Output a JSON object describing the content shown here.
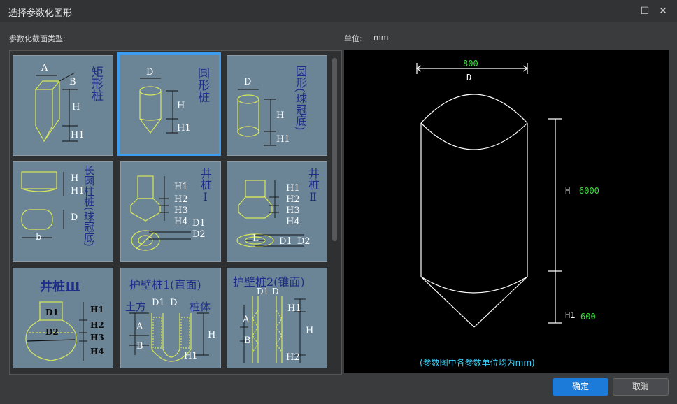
{
  "window": {
    "title": "选择参数化图形",
    "maximize_glyph": "☐",
    "close_glyph": "✕"
  },
  "section_label": "参数化截面类型:",
  "unit_label": "单位:",
  "unit_value": "mm",
  "tiles": [
    {
      "name": "矩形桩",
      "dims": [
        "A",
        "B",
        "H",
        "H1"
      ]
    },
    {
      "name": "圆形桩",
      "dims": [
        "D",
        "H",
        "H1"
      ],
      "selected": true
    },
    {
      "name": "圆形(球冠底)",
      "dims": [
        "D",
        "H",
        "H1"
      ]
    },
    {
      "name": "长圆柱桩(球冠底)",
      "dims": [
        "H",
        "H1",
        "D",
        "b"
      ]
    },
    {
      "name": "井桩Ⅰ",
      "dims": [
        "H1",
        "H2",
        "H3",
        "H4",
        "D1",
        "D2"
      ]
    },
    {
      "name": "井桩Ⅱ",
      "dims": [
        "H1",
        "H2",
        "H3",
        "H4",
        "L",
        "D1",
        "D2"
      ]
    },
    {
      "name": "井桩Ⅲ",
      "dims": [
        "D1",
        "D2",
        "H1",
        "H2",
        "H3",
        "H4"
      ]
    },
    {
      "name": "护壁桩1(直面)",
      "dims": [
        "土方",
        "D1",
        "D",
        "桩体",
        "A",
        "B",
        "H",
        "H1"
      ]
    },
    {
      "name": "护壁桩2(锥面)",
      "dims": [
        "D1",
        "D",
        "H1",
        "A",
        "B",
        "H",
        "H2"
      ]
    }
  ],
  "preview": {
    "d_value": "800",
    "d_label": "D",
    "h_label": "H",
    "h_value": "6000",
    "h1_label": "H1",
    "h1_value": "600",
    "note": "(参数图中各参数单位均为mm)",
    "value_color": "#3ddc3d",
    "note_color": "#3fd6ff"
  },
  "buttons": {
    "ok": "确定",
    "cancel": "取消"
  }
}
